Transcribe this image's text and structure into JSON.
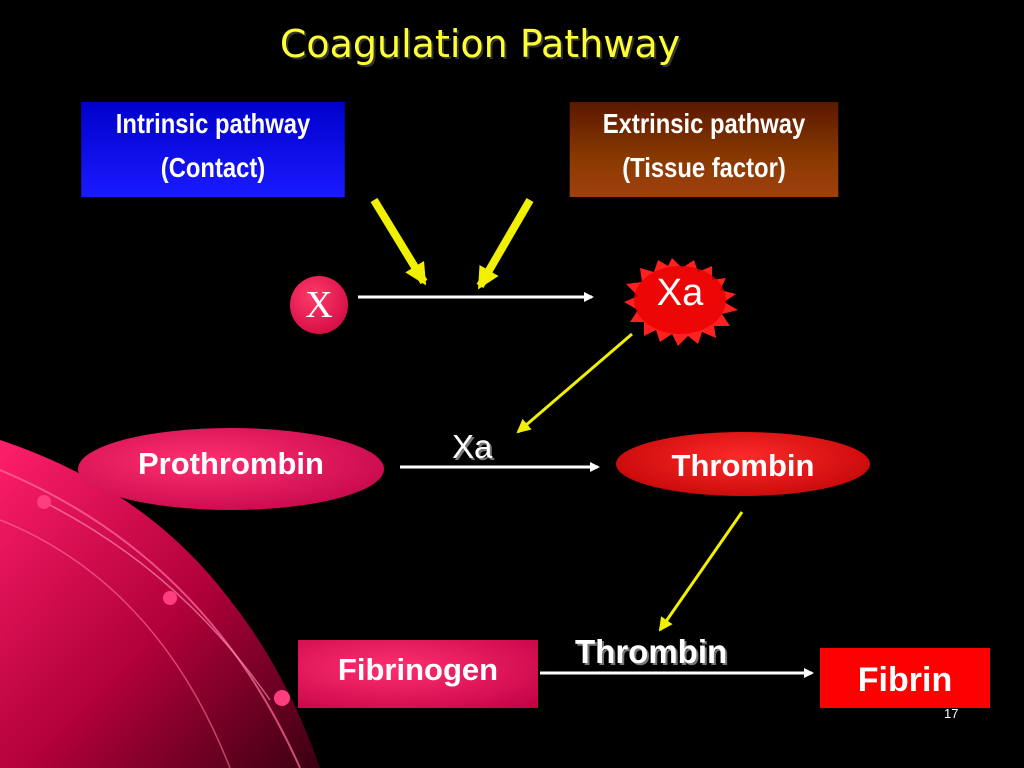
{
  "title": "Coagulation Pathway",
  "intrinsic": {
    "line1": "Intrinsic pathway",
    "line2": "(Contact)"
  },
  "extrinsic": {
    "line1": "Extrinsic pathway",
    "line2": "(Tissue factor)"
  },
  "factor_x": "X",
  "factor_xa": "Xa",
  "prothrombin": "Prothrombin",
  "xa_catalyst": "Xa",
  "thrombin": "Thrombin",
  "fibrinogen": "Fibrinogen",
  "thrombin_catalyst": "Thrombin",
  "fibrin": "Fibrin",
  "page_number": "17",
  "colors": {
    "title": "#ffff33",
    "intrinsic_bg": "#1a1aff",
    "extrinsic_bg": "#8a3a00",
    "pink": "#e0005a",
    "red": "#ff0000",
    "yellow_arrow": "#f0f000"
  }
}
